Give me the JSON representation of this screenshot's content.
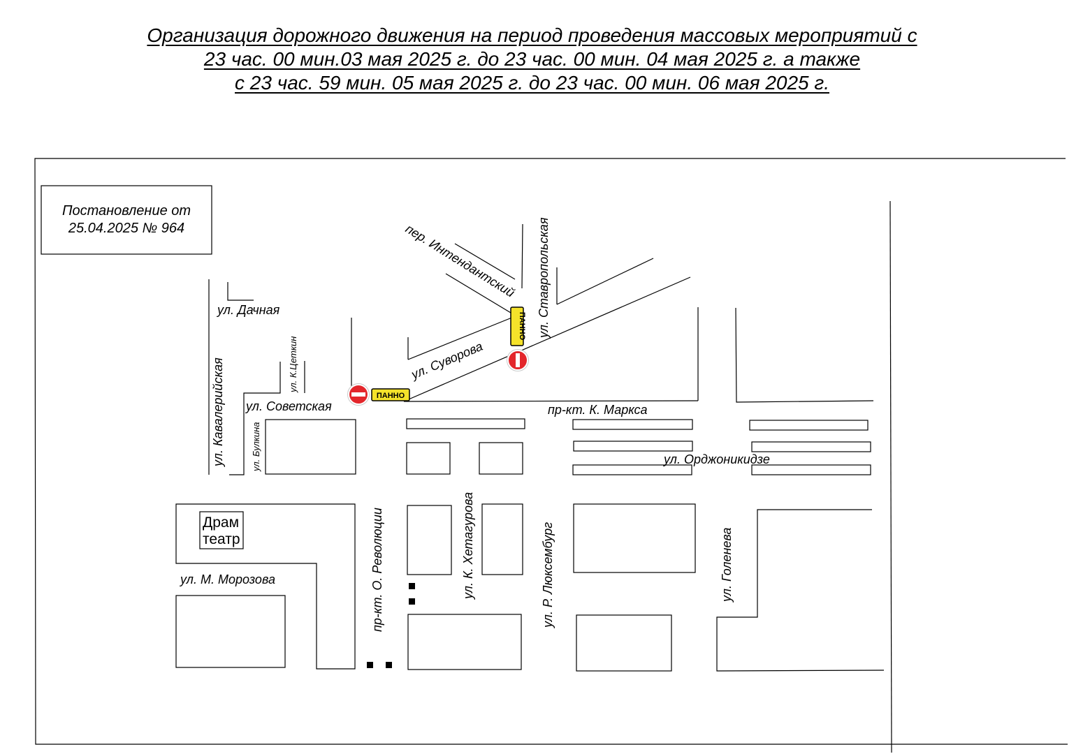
{
  "title": {
    "line1": "Организация дорожного движения на период проведения массовых мероприятий с",
    "line2": "23 час. 00 мин.03 мая 2025 г. до 23 час. 00 мин. 04 мая 2025 г. а также",
    "line3": "с 23 час. 59 мин. 05 мая 2025 г. до 23 час. 00 мин. 06 мая 2025 г."
  },
  "resolution": {
    "line1": "Постановление от",
    "line2": "25.04.2025 № 964"
  },
  "streets": {
    "dachnaya": "ул. Дачная",
    "kavaleriyskaya": "ул. Кавалерийская",
    "ktsetkin": "ул. К.Цеткин",
    "sovetskaya": "ул. Советская",
    "bulkina": "ул. Булкина",
    "intendantskiy": "пер. Интендантский",
    "stavropolskaya": "ул. Ставропольская",
    "suvorova": "ул. Суворова",
    "marksa": "пр-кт. К. Маркса",
    "ordzhonikidze": "ул. Орджоникидзе",
    "morozova": "ул. М. Морозова",
    "revolyutsii": "пр-кт. О. Революции",
    "khetagurova": "ул. К. Хетагурова",
    "lyuksemburg": "ул. Р. Люксембург",
    "goleneva": "ул. Голенева"
  },
  "landmarks": {
    "theatre_line1": "Драм",
    "theatre_line2": "театр"
  },
  "signs": {
    "panno_label": "ПАННО",
    "no_entry_color": "#e3262b",
    "panno_color": "#f5e22a"
  }
}
